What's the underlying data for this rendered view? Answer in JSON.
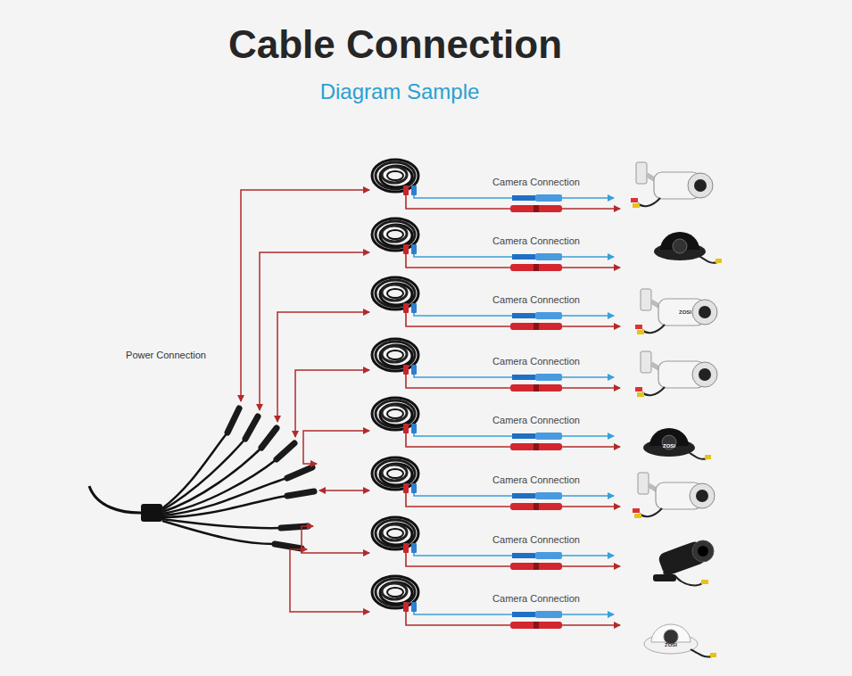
{
  "diagram": {
    "title": "Cable Connection",
    "labels": [
      "Diagram Sample",
      "Power Connection",
      "Camera Connection",
      "Camera Connection",
      "Camera Connection",
      "Camera Connection",
      "Camera Connection",
      "Camera Connection",
      "Camera Connection",
      "Camera Connection",
      "ZOSI",
      "ZOSI",
      "ZOSI"
    ]
  }
}
